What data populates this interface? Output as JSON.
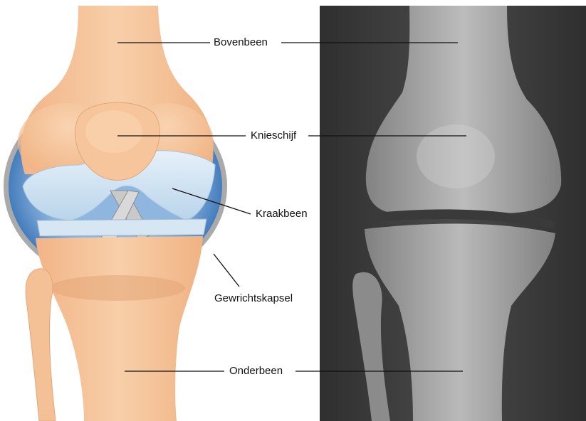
{
  "labels": {
    "femur": "Bovenbeen",
    "kneecap": "Knieschijf",
    "cartilage": "Kraakbeen",
    "joint_capsule": "Gewrichtskapsel",
    "tibia": "Onderbeen"
  },
  "colors": {
    "bone": "#f2b98a",
    "bone_light": "#f8d3b0",
    "cartilage": "#cfe3f3",
    "capsule_blue": "#3d7fc4",
    "capsule_grey": "#a9a9a9",
    "xray_bg": "#3b3b3b",
    "leader_line": "#111111"
  }
}
